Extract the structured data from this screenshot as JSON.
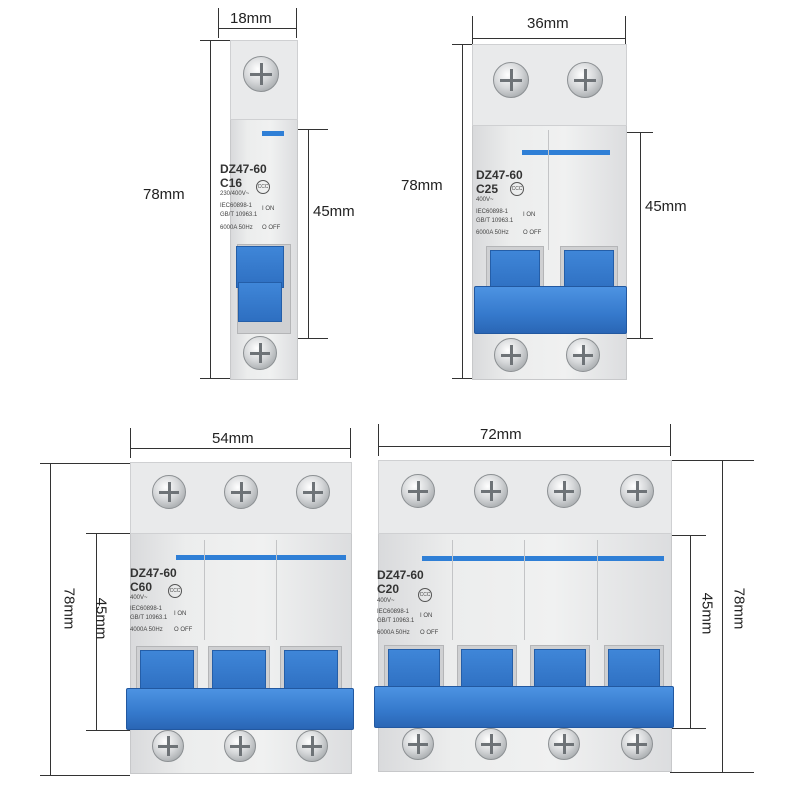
{
  "breakers": [
    {
      "id": "1p",
      "width_label": "18mm",
      "height_label": "78mm",
      "module_label": "45mm",
      "model": "DZ47-60",
      "rating": "C16",
      "voltage": "230/400V~",
      "std1": "IEC60898-1",
      "std2": "GB/T 10963.1",
      "breaking": "6000A 50Hz",
      "on_label": "I ON",
      "off_label": "O OFF",
      "poles": 1
    },
    {
      "id": "2p",
      "width_label": "36mm",
      "height_label": "78mm",
      "module_label": "45mm",
      "model": "DZ47-60",
      "rating": "C25",
      "voltage": "400V~",
      "std1": "IEC60898-1",
      "std2": "GB/T 10963.1",
      "breaking": "6000A 50Hz",
      "on_label": "I ON",
      "off_label": "O OFF",
      "poles": 2
    },
    {
      "id": "3p",
      "width_label": "54mm",
      "height_label": "78mm",
      "module_label": "45mm",
      "model": "DZ47-60",
      "rating": "C60",
      "voltage": "400V~",
      "std1": "IEC60898-1",
      "std2": "GB/T 10963.1",
      "breaking": "4000A 50Hz",
      "on_label": "I ON",
      "off_label": "O OFF",
      "poles": 3
    },
    {
      "id": "4p",
      "width_label": "72mm",
      "height_label": "78mm",
      "module_label": "45mm",
      "model": "DZ47-60",
      "rating": "C20",
      "voltage": "400V~",
      "std1": "IEC60898-1",
      "std2": "GB/T 10963.1",
      "breaking": "6000A 50Hz",
      "on_label": "I ON",
      "off_label": "O OFF",
      "poles": 4
    }
  ],
  "colors": {
    "handle_blue": "#2f74c8",
    "stripe_blue": "#2f7fd6",
    "body_gray": "#e9eaeb"
  }
}
